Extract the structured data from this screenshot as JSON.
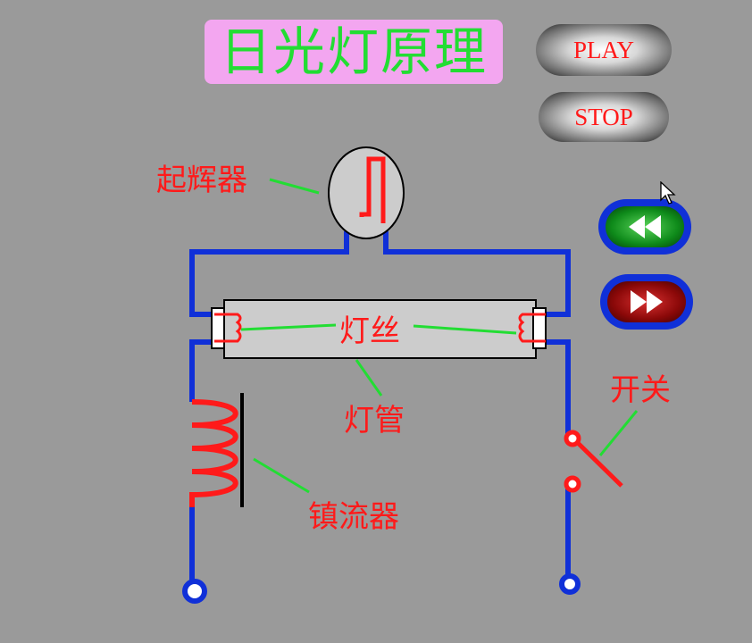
{
  "title": "日光灯原理",
  "buttons": {
    "play_label": "PLAY",
    "stop_label": "STOP"
  },
  "labels": {
    "starter": "起辉器",
    "filament": "灯丝",
    "tube": "灯管",
    "switch": "开关",
    "ballast": "镇流器"
  },
  "icons": {
    "rewind": "rewind-icon",
    "forward": "fast-forward-icon",
    "cursor": "mouse-pointer-icon"
  },
  "colors": {
    "background": "#9a9a9a",
    "title_bg": "#f3a6f0",
    "title_text": "#22dd33",
    "wire": "#1030d8",
    "component": "#ff1a1a",
    "leader": "#22dd33"
  }
}
